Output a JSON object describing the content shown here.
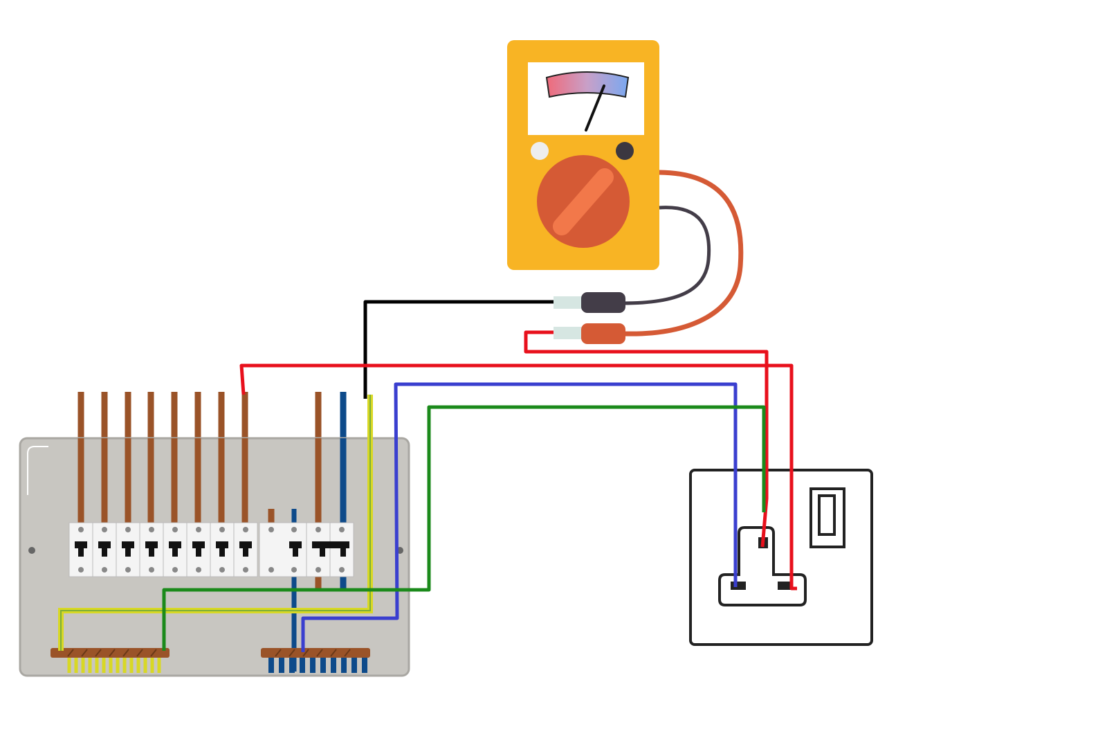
{
  "colors": {
    "background": "#ffffff",
    "meter_body": "#f8b424",
    "meter_display": "#ffffff",
    "meter_dial": "#d55a35",
    "meter_dial_highlight": "#f2784a",
    "meter_terminal_light": "#eeeeee",
    "meter_terminal_dark": "#3b3740",
    "probe_black": "#433d48",
    "probe_red": "#d55a35",
    "probe_tip": "#d6e6e2",
    "board_panel": "#c8c6c1",
    "board_edge": "#a9a7a2",
    "breaker": "#f4f4f4",
    "live_brown": "#9a5328",
    "neutral_blue": "#0d4a8a",
    "earth_yellow": "#d8d825",
    "earth_green_stripe": "#7cae3a",
    "wire_red": "#e8101c",
    "wire_blue": "#3a3fcf",
    "wire_green": "#1b8a1b",
    "wire_black": "#000000",
    "socket_outline": "#222222"
  },
  "components": {
    "multimeter": {
      "name": "multimeter",
      "controls": [
        "display-needle",
        "terminal-common",
        "terminal-positive",
        "rotary-selector"
      ],
      "probes": [
        "black-probe",
        "red-probe"
      ]
    },
    "consumer_unit": {
      "name": "consumer-unit",
      "breakers": 12,
      "live_tails": 9,
      "neutral_tails": 2,
      "terminal_bars": [
        "earth-bar",
        "neutral-bar"
      ]
    },
    "socket": {
      "name": "single-socket-outlet",
      "pins": [
        "earth",
        "neutral",
        "live"
      ],
      "has_switch": true
    }
  },
  "connections": [
    {
      "wire": "black",
      "from": "black-probe",
      "to": "earth-bar-conductor"
    },
    {
      "wire": "red",
      "from": "red-probe",
      "to": "socket-live-pin"
    },
    {
      "wire": "red",
      "from": "consumer-unit-live-tail",
      "to": "socket-live-terminal"
    },
    {
      "wire": "blue",
      "from": "neutral-bar",
      "to": "socket-neutral-pin"
    },
    {
      "wire": "green",
      "from": "earth-bar",
      "to": "socket-earth-pin"
    }
  ]
}
